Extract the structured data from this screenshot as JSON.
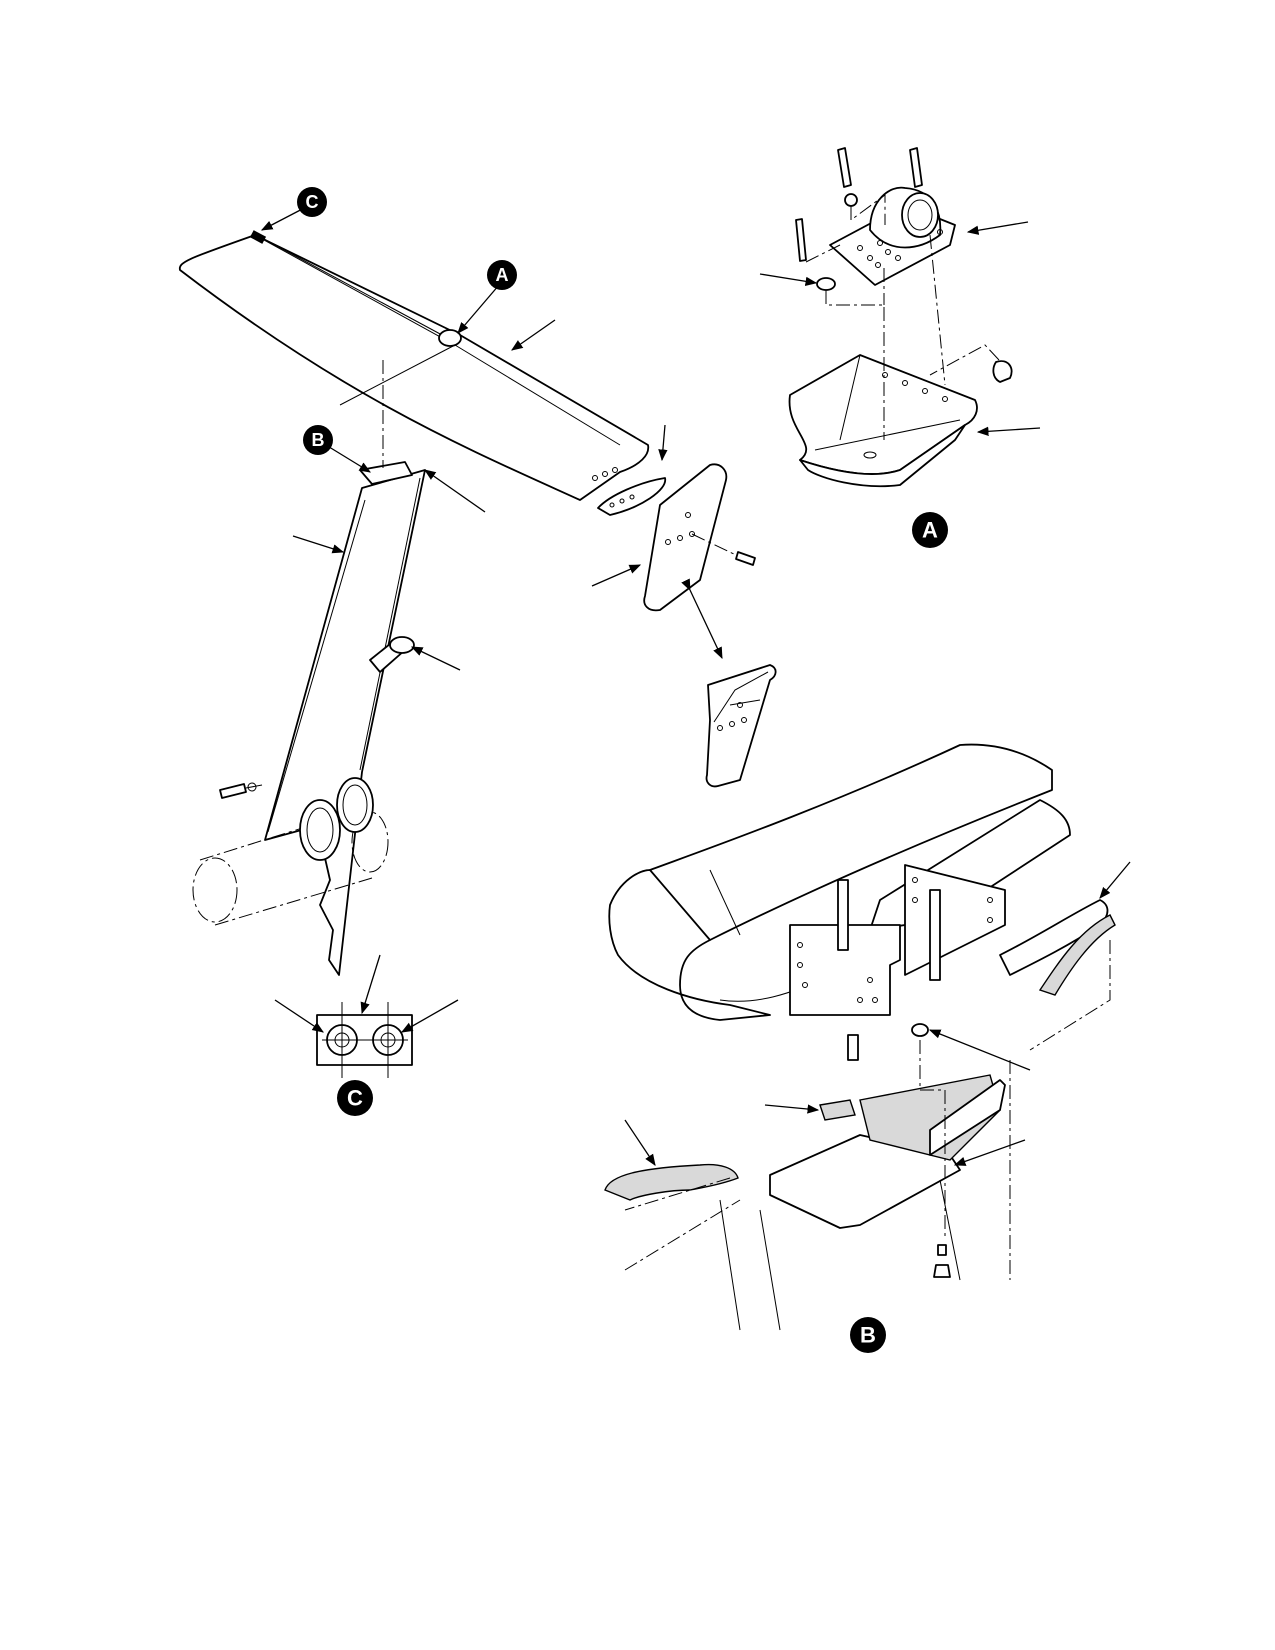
{
  "figure": {
    "callouts": {
      "a_main": "A",
      "b_main": "B",
      "c_main": "C",
      "a_detail": "A",
      "b_detail": "B",
      "c_detail": "C"
    }
  },
  "colors": {
    "ink": "#000000",
    "paper": "#ffffff",
    "shade": "#d9d9d9"
  }
}
